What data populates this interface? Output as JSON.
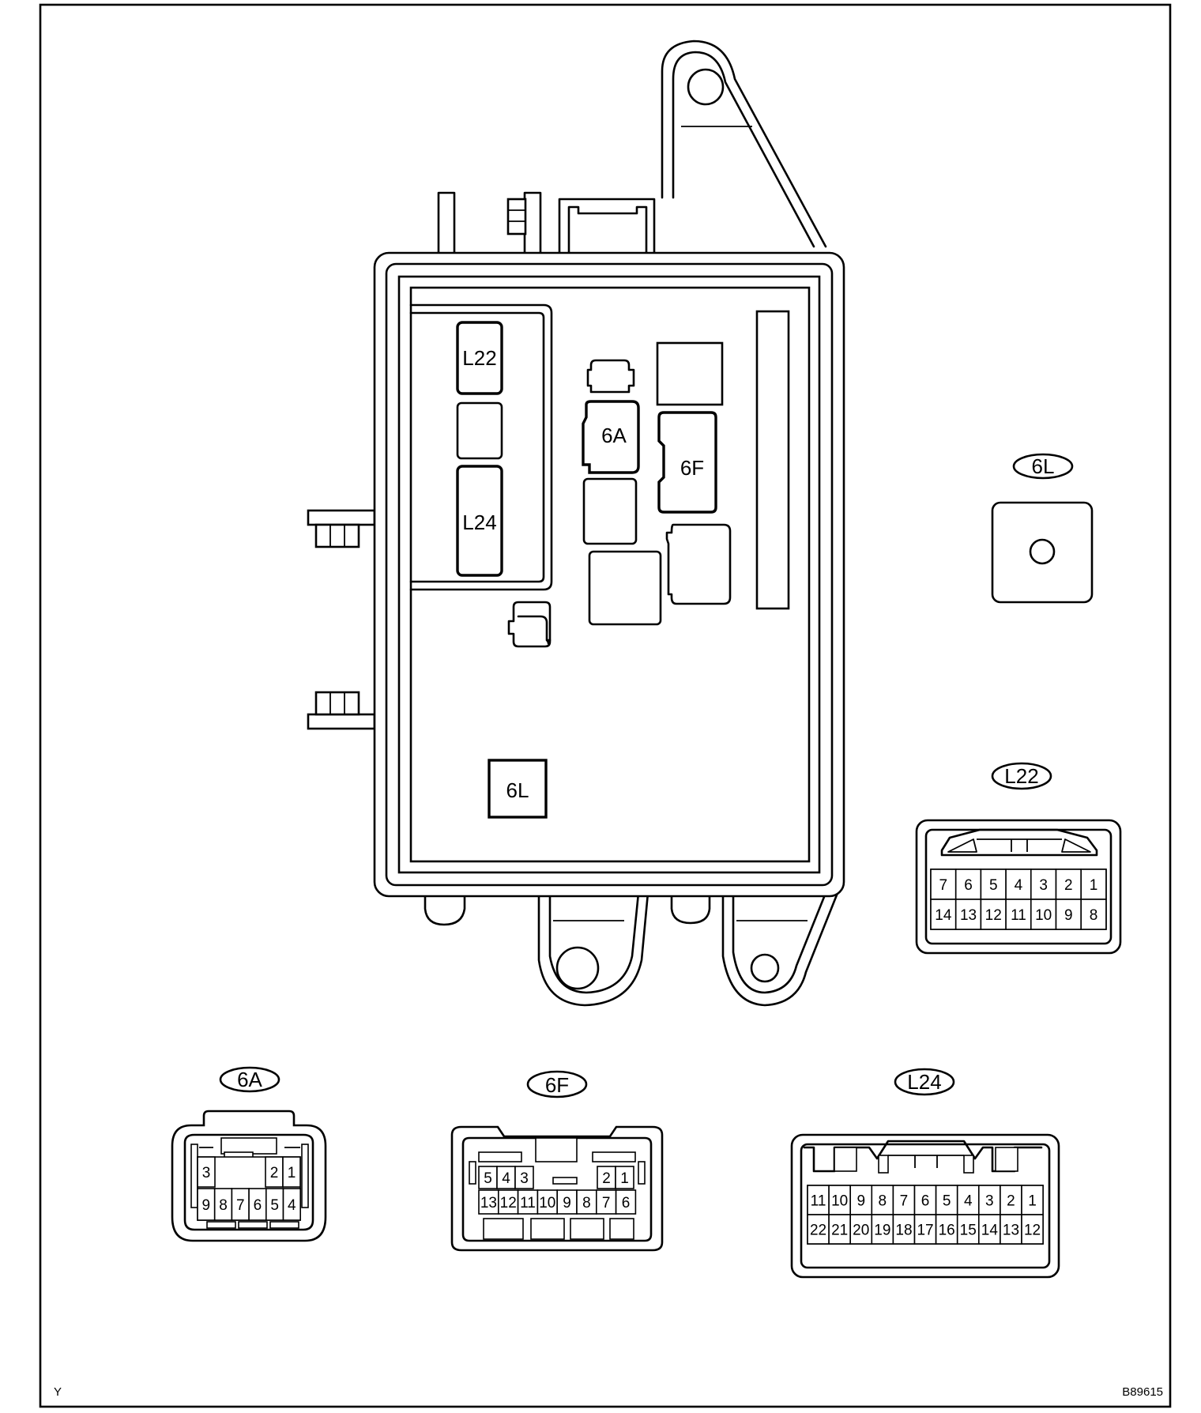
{
  "block_labels": {
    "l22": "L22",
    "l24": "L24",
    "a6": "6A",
    "f6": "6F",
    "l6": "6L"
  },
  "connectors": {
    "l6": {
      "tag": "6L"
    },
    "l22": {
      "tag": "L22",
      "row1": [
        "7",
        "6",
        "5",
        "4",
        "3",
        "2",
        "1"
      ],
      "row2": [
        "14",
        "13",
        "12",
        "11",
        "10",
        "9",
        "8"
      ]
    },
    "a6": {
      "tag": "6A",
      "row1": [
        "3",
        "2",
        "1"
      ],
      "row2": [
        "9",
        "8",
        "7",
        "6",
        "5",
        "4"
      ]
    },
    "f6": {
      "tag": "6F",
      "row1": [
        "5",
        "4",
        "3",
        "2",
        "1"
      ],
      "row2": [
        "13",
        "12",
        "11",
        "10",
        "9",
        "8",
        "7",
        "6"
      ]
    },
    "l24": {
      "tag": "L24",
      "row1": [
        "11",
        "10",
        "9",
        "8",
        "7",
        "6",
        "5",
        "4",
        "3",
        "2",
        "1"
      ],
      "row2": [
        "22",
        "21",
        "20",
        "19",
        "18",
        "17",
        "16",
        "15",
        "14",
        "13",
        "12"
      ]
    }
  },
  "corner_left": "Y",
  "figure_code": "B89615"
}
